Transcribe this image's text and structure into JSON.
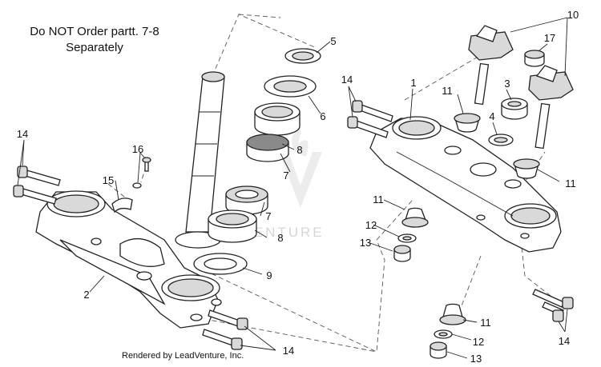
{
  "note": {
    "line1": "Do NOT Order partt. 7-8",
    "line2": "Separately"
  },
  "watermark": "LEADVENTURE",
  "footer": "Rendered by LeadVenture, Inc.",
  "callouts": {
    "c1": "1",
    "c2": "2",
    "c3": "3",
    "c4": "4",
    "c5": "5",
    "c6": "6",
    "c7a": "7",
    "c7b": "7",
    "c8a": "8",
    "c8b": "8",
    "c9": "9",
    "c10": "10",
    "c11a": "11",
    "c11b": "11",
    "c11c": "11",
    "c11d": "11",
    "c12a": "12",
    "c12b": "12",
    "c13a": "13",
    "c13b": "13",
    "c14a": "14",
    "c14b": "14",
    "c14c": "14",
    "c14d": "14",
    "c15": "15",
    "c16": "16",
    "c17": "17"
  }
}
